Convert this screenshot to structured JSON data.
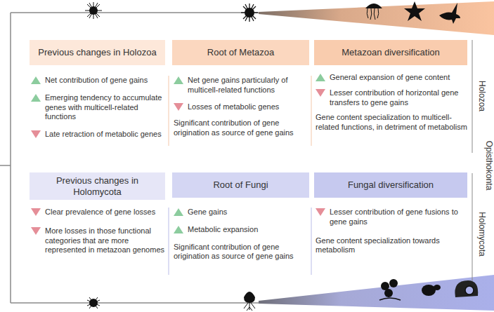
{
  "diagram": {
    "nodes": [
      {
        "text": [
          "Previous changes in Holozoa"
        ]
      },
      {
        "text": [
          "Root of Metazoa"
        ]
      },
      {
        "text": [
          "Metazoan diversification"
        ]
      },
      {
        "text": [
          "Previous changes in Holomycota"
        ]
      },
      {
        "text": [
          "Root of Fungi"
        ]
      },
      {
        "text": [
          "Fungal diversification"
        ]
      }
    ],
    "edges": [],
    "labels": [
      "Net contribution of gene gains",
      "Emerging tendency to accumulate genes with multicell-related functions",
      "Late retraction of metabolic genes",
      "Net gene gains particularly of multicell-related functions",
      "Losses of metabolic genes",
      "Significant contribution of gene origination as source of gene gains",
      "General expansion of gene content",
      "Lesser contribution of horizontal gene transfers to gene gains",
      "Gene content specialization to multicell-related functions, in detriment of metabolism",
      "Clear prevalence of gene losses",
      "More losses in those functional categories that are more represented in metazoan genomes",
      "Gene gains",
      "Metabolic expansion",
      "Significant contribution of gene origination as source of gene gains",
      "Lesser contribution of gene fusions to gene gains",
      "Gene content specialization towards metabolism",
      "Holozoa",
      "Holomycota",
      "Opisthokonta"
    ]
  }
}
